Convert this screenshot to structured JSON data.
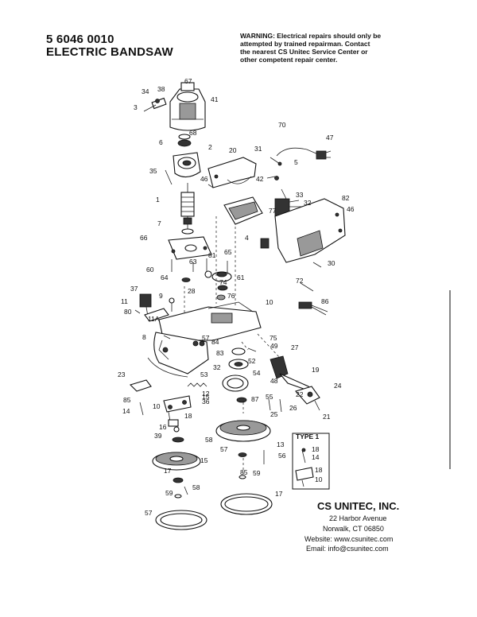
{
  "header": {
    "part_number": "5 6046 0010",
    "product_name": "ELECTRIC BANDSAW",
    "warning_lines": [
      "WARNING: Electrical repairs should only be",
      "attempted by trained repairman. Contact",
      "the nearest CS Unitec Service Center or",
      "other competent repair center."
    ]
  },
  "company": {
    "name": "CS UNITEC, INC.",
    "address_line1": "22 Harbor Avenue",
    "address_line2": "Norwalk, CT 06850",
    "website": "Website: www.csunitec.com",
    "email": "Email: info@csunitec.com"
  },
  "inset": {
    "label": "TYPE 1",
    "callouts": [
      "18",
      "14",
      "18",
      "10"
    ]
  },
  "callouts": [
    "34",
    "38",
    "67",
    "41",
    "3",
    "68",
    "6",
    "2",
    "35",
    "1",
    "7",
    "66",
    "60",
    "63",
    "64",
    "81",
    "65",
    "61",
    "74",
    "76",
    "28",
    "37",
    "11",
    "80",
    "11A",
    "9",
    "10",
    "8",
    "57",
    "84",
    "83",
    "75",
    "49",
    "27",
    "52",
    "32",
    "54",
    "53",
    "48",
    "19",
    "23",
    "12",
    "36",
    "85",
    "14",
    "10",
    "18",
    "16",
    "39",
    "15",
    "17",
    "58",
    "59",
    "57",
    "13",
    "56",
    "55",
    "25",
    "26",
    "22",
    "24",
    "21",
    "20",
    "31",
    "46",
    "42",
    "33",
    "32",
    "77",
    "4",
    "70",
    "47",
    "5",
    "82",
    "46",
    "30",
    "72",
    "86",
    "87",
    "15",
    "85",
    "59",
    "57",
    "58",
    "17",
    "13"
  ]
}
